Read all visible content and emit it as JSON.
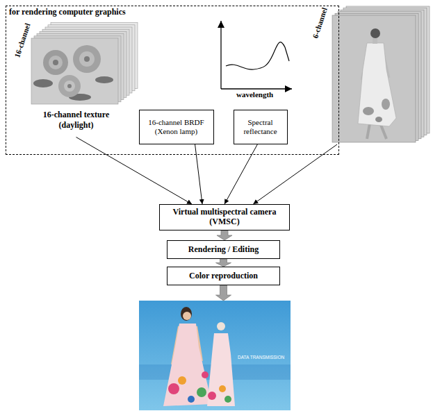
{
  "diagram": {
    "nodes": [
      {
        "text": [
          "for rendering computer graphics"
        ]
      },
      {
        "text": [
          "16-channel",
          "16-channel texture (daylight)"
        ],
        "in": 0
      },
      {
        "text": [
          "16-channel BRDF (Xenon lamp)"
        ],
        "in": 0
      },
      {
        "text": [
          "Spectral reflectance"
        ],
        "in": 0
      },
      {
        "text": [
          "6-channel"
        ]
      },
      {
        "text": [
          "Virtual multispectral camera (VMSC)"
        ]
      },
      {
        "text": [
          "Rendering / Editing"
        ]
      },
      {
        "text": [
          "Color reproduction"
        ]
      },
      {
        "text": [
          "DATA TRANSMISSION"
        ]
      }
    ],
    "edges": [
      {
        "from": 1,
        "to": 5,
        "arrow": "to"
      },
      {
        "from": 2,
        "to": 5,
        "arrow": "to"
      },
      {
        "from": 3,
        "to": 5,
        "arrow": "to"
      },
      {
        "from": 4,
        "to": 5,
        "arrow": "to"
      },
      {
        "from": 5,
        "to": 6,
        "arrow": "to"
      },
      {
        "from": 6,
        "to": 7,
        "arrow": "to"
      },
      {
        "from": 7,
        "to": 8,
        "arrow": "to"
      }
    ],
    "labels": [
      "wavelength"
    ]
  }
}
